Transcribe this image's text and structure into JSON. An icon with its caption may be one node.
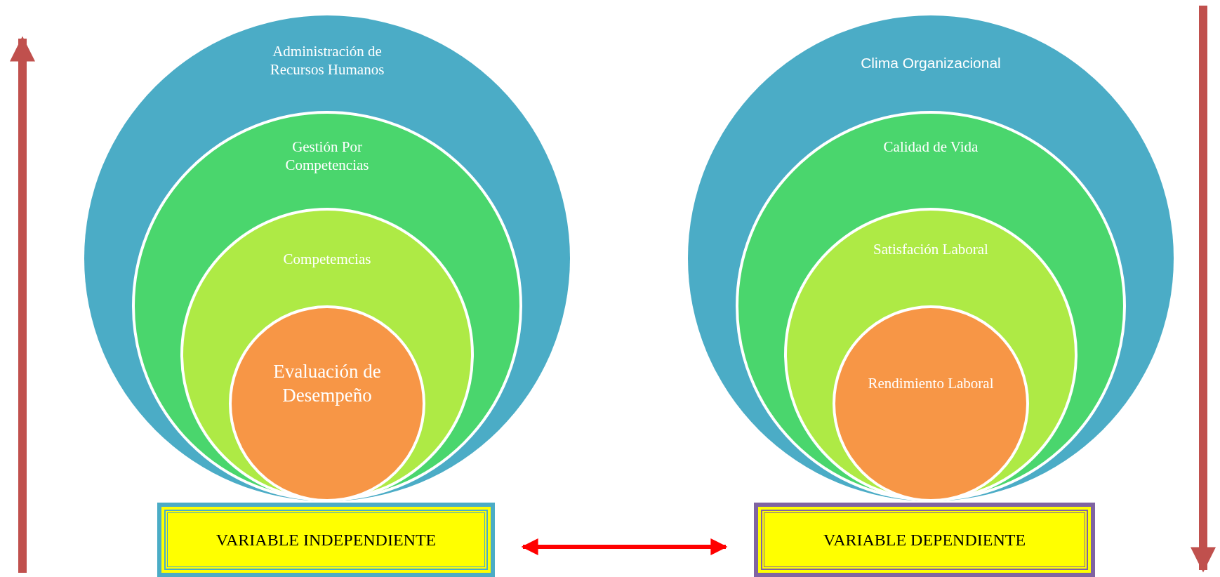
{
  "diagram": {
    "nodes": [
      {
        "text": [
          "Administración de Recursos Humanos"
        ]
      },
      {
        "text": [
          "Gestión Por Competencias"
        ],
        "in": 0
      },
      {
        "text": [
          "Competemcias"
        ],
        "in": 1
      },
      {
        "text": [
          "Evaluación de Desempeño"
        ],
        "in": 2
      },
      {
        "text": [
          "VARIABLE INDEPENDIENTE"
        ]
      },
      {
        "text": [
          "Clima Organizacional"
        ]
      },
      {
        "text": [
          "Calidad de Vida"
        ],
        "in": 5
      },
      {
        "text": [
          "Satisfación Laboral"
        ],
        "in": 6
      },
      {
        "text": [
          "Rendimiento Laboral"
        ],
        "in": 7
      },
      {
        "text": [
          "VARIABLE DEPENDIENTE"
        ]
      }
    ],
    "edges": [
      {
        "from": 4,
        "to": 9,
        "arrow": "both"
      }
    ]
  }
}
